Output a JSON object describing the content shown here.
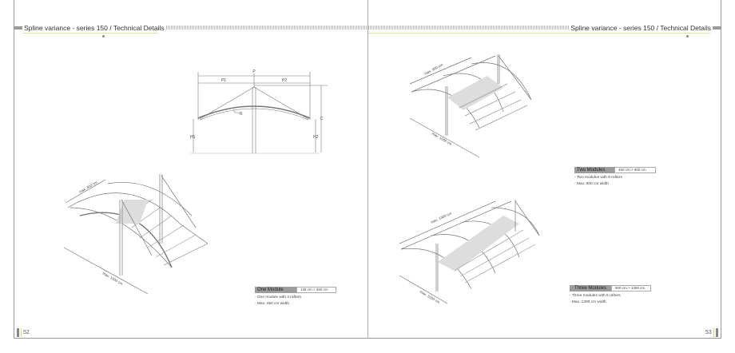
{
  "left_page": {
    "header_title": "Spline variance - series 150 /  Technical Details",
    "page_number": "52",
    "diagram_labels": {
      "p": "P",
      "p1": "P1",
      "p2": "P2",
      "c": "C",
      "h1": "H1",
      "h2": "H2",
      "r": "R"
    },
    "drawing_labels": {
      "width": "max. 450 cm",
      "depth": "max. 1000 cm"
    },
    "spec": {
      "name": "One Module",
      "range": "135 cm > 450 cm",
      "items": [
        "- One module with 4 rafters",
        "- Max. 450 cm width"
      ]
    }
  },
  "right_page": {
    "header_title": "Spline variance - series 150 /  Technical Details",
    "page_number": "53",
    "drawing_two_labels": {
      "width": "max. 900 cm",
      "depth": "max. 1000 cm"
    },
    "drawing_three_labels": {
      "width": "max. 1300 cm",
      "depth": "max. 1000 cm"
    },
    "spec_two": {
      "name": "Two Modules",
      "range": "450 cm > 900 cm",
      "items": [
        "- Two modules with 6 rafters",
        "- Max. 900 cm width"
      ]
    },
    "spec_three": {
      "name": "Three Modules",
      "range": "900 cm > 1300 cm",
      "items": [
        "- Three modules with 8 rafters",
        "- Max. 1300 cm width"
      ]
    }
  },
  "colors": {
    "accent_line": "#dbe59a",
    "header_bar": "#999999",
    "spec_label_bg": "#9c9c9c"
  }
}
